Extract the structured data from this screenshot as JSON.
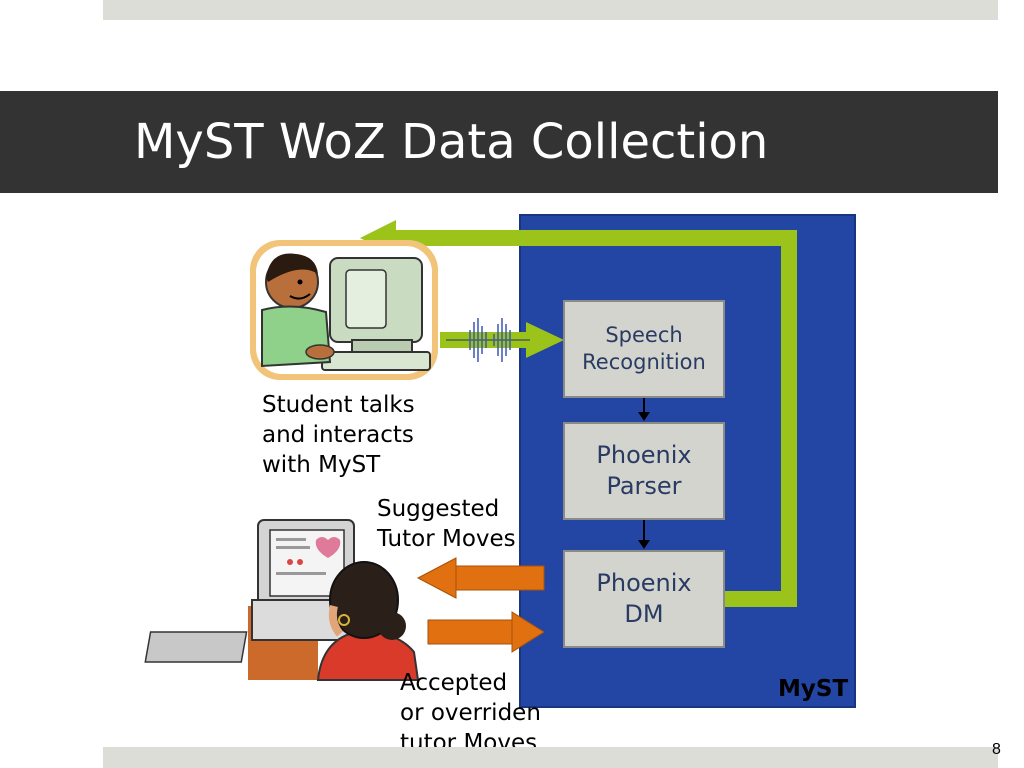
{
  "slide": {
    "title": "MyST WoZ Data Collection",
    "page_number": "8"
  },
  "system": {
    "label": "MyST",
    "modules": [
      {
        "id": "speech-recognition",
        "label": "Speech\nRecognition"
      },
      {
        "id": "phoenix-parser",
        "label": "Phoenix\nParser"
      },
      {
        "id": "phoenix-dm",
        "label": "Phoenix\nDM"
      }
    ]
  },
  "captions": {
    "student": "Student talks\nand interacts\nwith MyST",
    "suggested": "Suggested\nTutor Moves",
    "accepted": "Accepted\nor overriden\ntutor Moves"
  },
  "colors": {
    "title_bar": "#333333",
    "panel": "#2345a3",
    "green_arrow": "#9bc31a",
    "orange_arrow": "#e07010",
    "module_box": "#d3d4cd",
    "band": "#dcddd6"
  },
  "icons": [
    "student-at-computer-icon",
    "waveform-icon",
    "tutor-at-computer-icon"
  ]
}
